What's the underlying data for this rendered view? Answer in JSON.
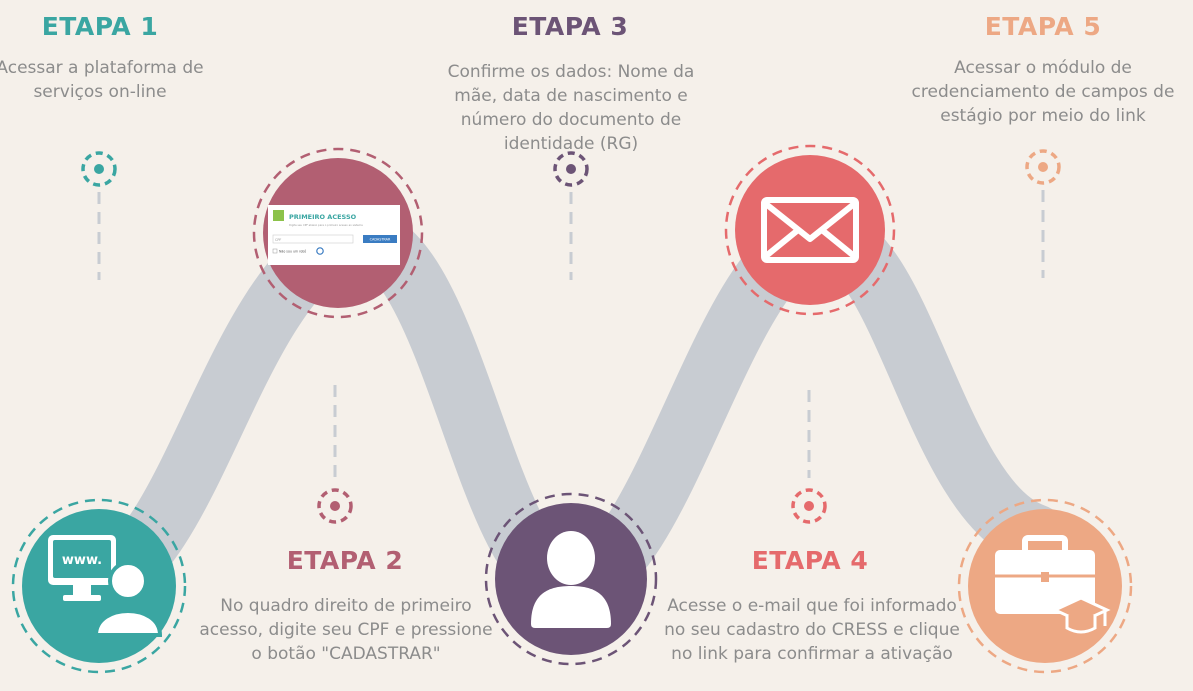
{
  "steps": [
    {
      "title": "ETAPA 1",
      "description": "Acessar a plataforma de serviços on-line",
      "color": "#3aa6a2",
      "icon": "computer-www-user-icon"
    },
    {
      "title": "ETAPA 2",
      "description": "No quadro direito de primeiro acesso, digite seu CPF e pressione o botão \"CADASTRAR\"",
      "color": "#b25f72",
      "icon": "first-access-form-screenshot"
    },
    {
      "title": "ETAPA 3",
      "description": "Confirme os dados: Nome da mãe, data de nascimento e número do documento de identidade (RG)",
      "color": "#6c5476",
      "icon": "user-silhouette-icon"
    },
    {
      "title": "ETAPA 4",
      "description": "Acesse o e-mail que foi informado no seu cadastro do CRESS e clique no link para confirmar a ativação",
      "color": "#e56a6c",
      "icon": "envelope-icon"
    },
    {
      "title": "ETAPA 5",
      "description": "Acessar o módulo de credenciamento de campos de estágio por meio do link",
      "color": "#eda884",
      "icon": "briefcase-graduation-cap-icon"
    }
  ],
  "form_mock": {
    "heading": "PRIMEIRO ACESSO",
    "subtext": "Digite seu CPF abaixo para o primeiro acesso ao sistema",
    "input_placeholder": "CPF",
    "button_label": "CADASTRAR",
    "captcha_label": "Não sou um robô"
  },
  "www_label": "www.",
  "path_color": "#c8ccd2"
}
